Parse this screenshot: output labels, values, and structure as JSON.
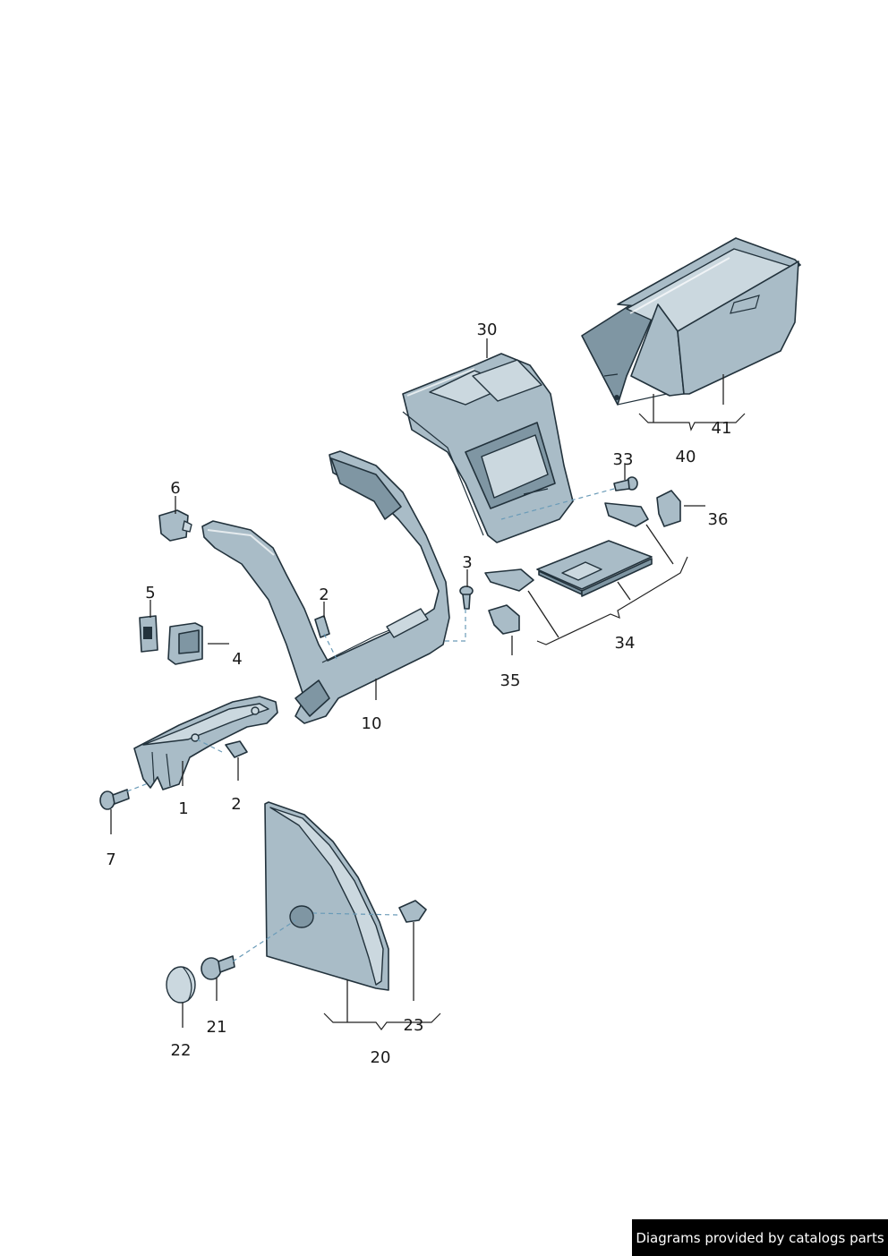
{
  "callouts": {
    "c1": "1",
    "c2a": "2",
    "c2b": "2",
    "c3": "3",
    "c4": "4",
    "c5": "5",
    "c6": "6",
    "c7": "7",
    "c10": "10",
    "c20": "20",
    "c21": "21",
    "c22": "22",
    "c23": "23",
    "c30": "30",
    "c33": "33",
    "c34": "34",
    "c35": "35",
    "c36": "36",
    "c40": "40",
    "c41": "41"
  },
  "credit": "Diagrams provided by catalogs parts",
  "colors": {
    "part_fill": "#a9bcc7",
    "part_dark": "#7f96a3",
    "outline": "#22323c",
    "banner_bg": "#000000",
    "banner_text": "#ffffff"
  }
}
